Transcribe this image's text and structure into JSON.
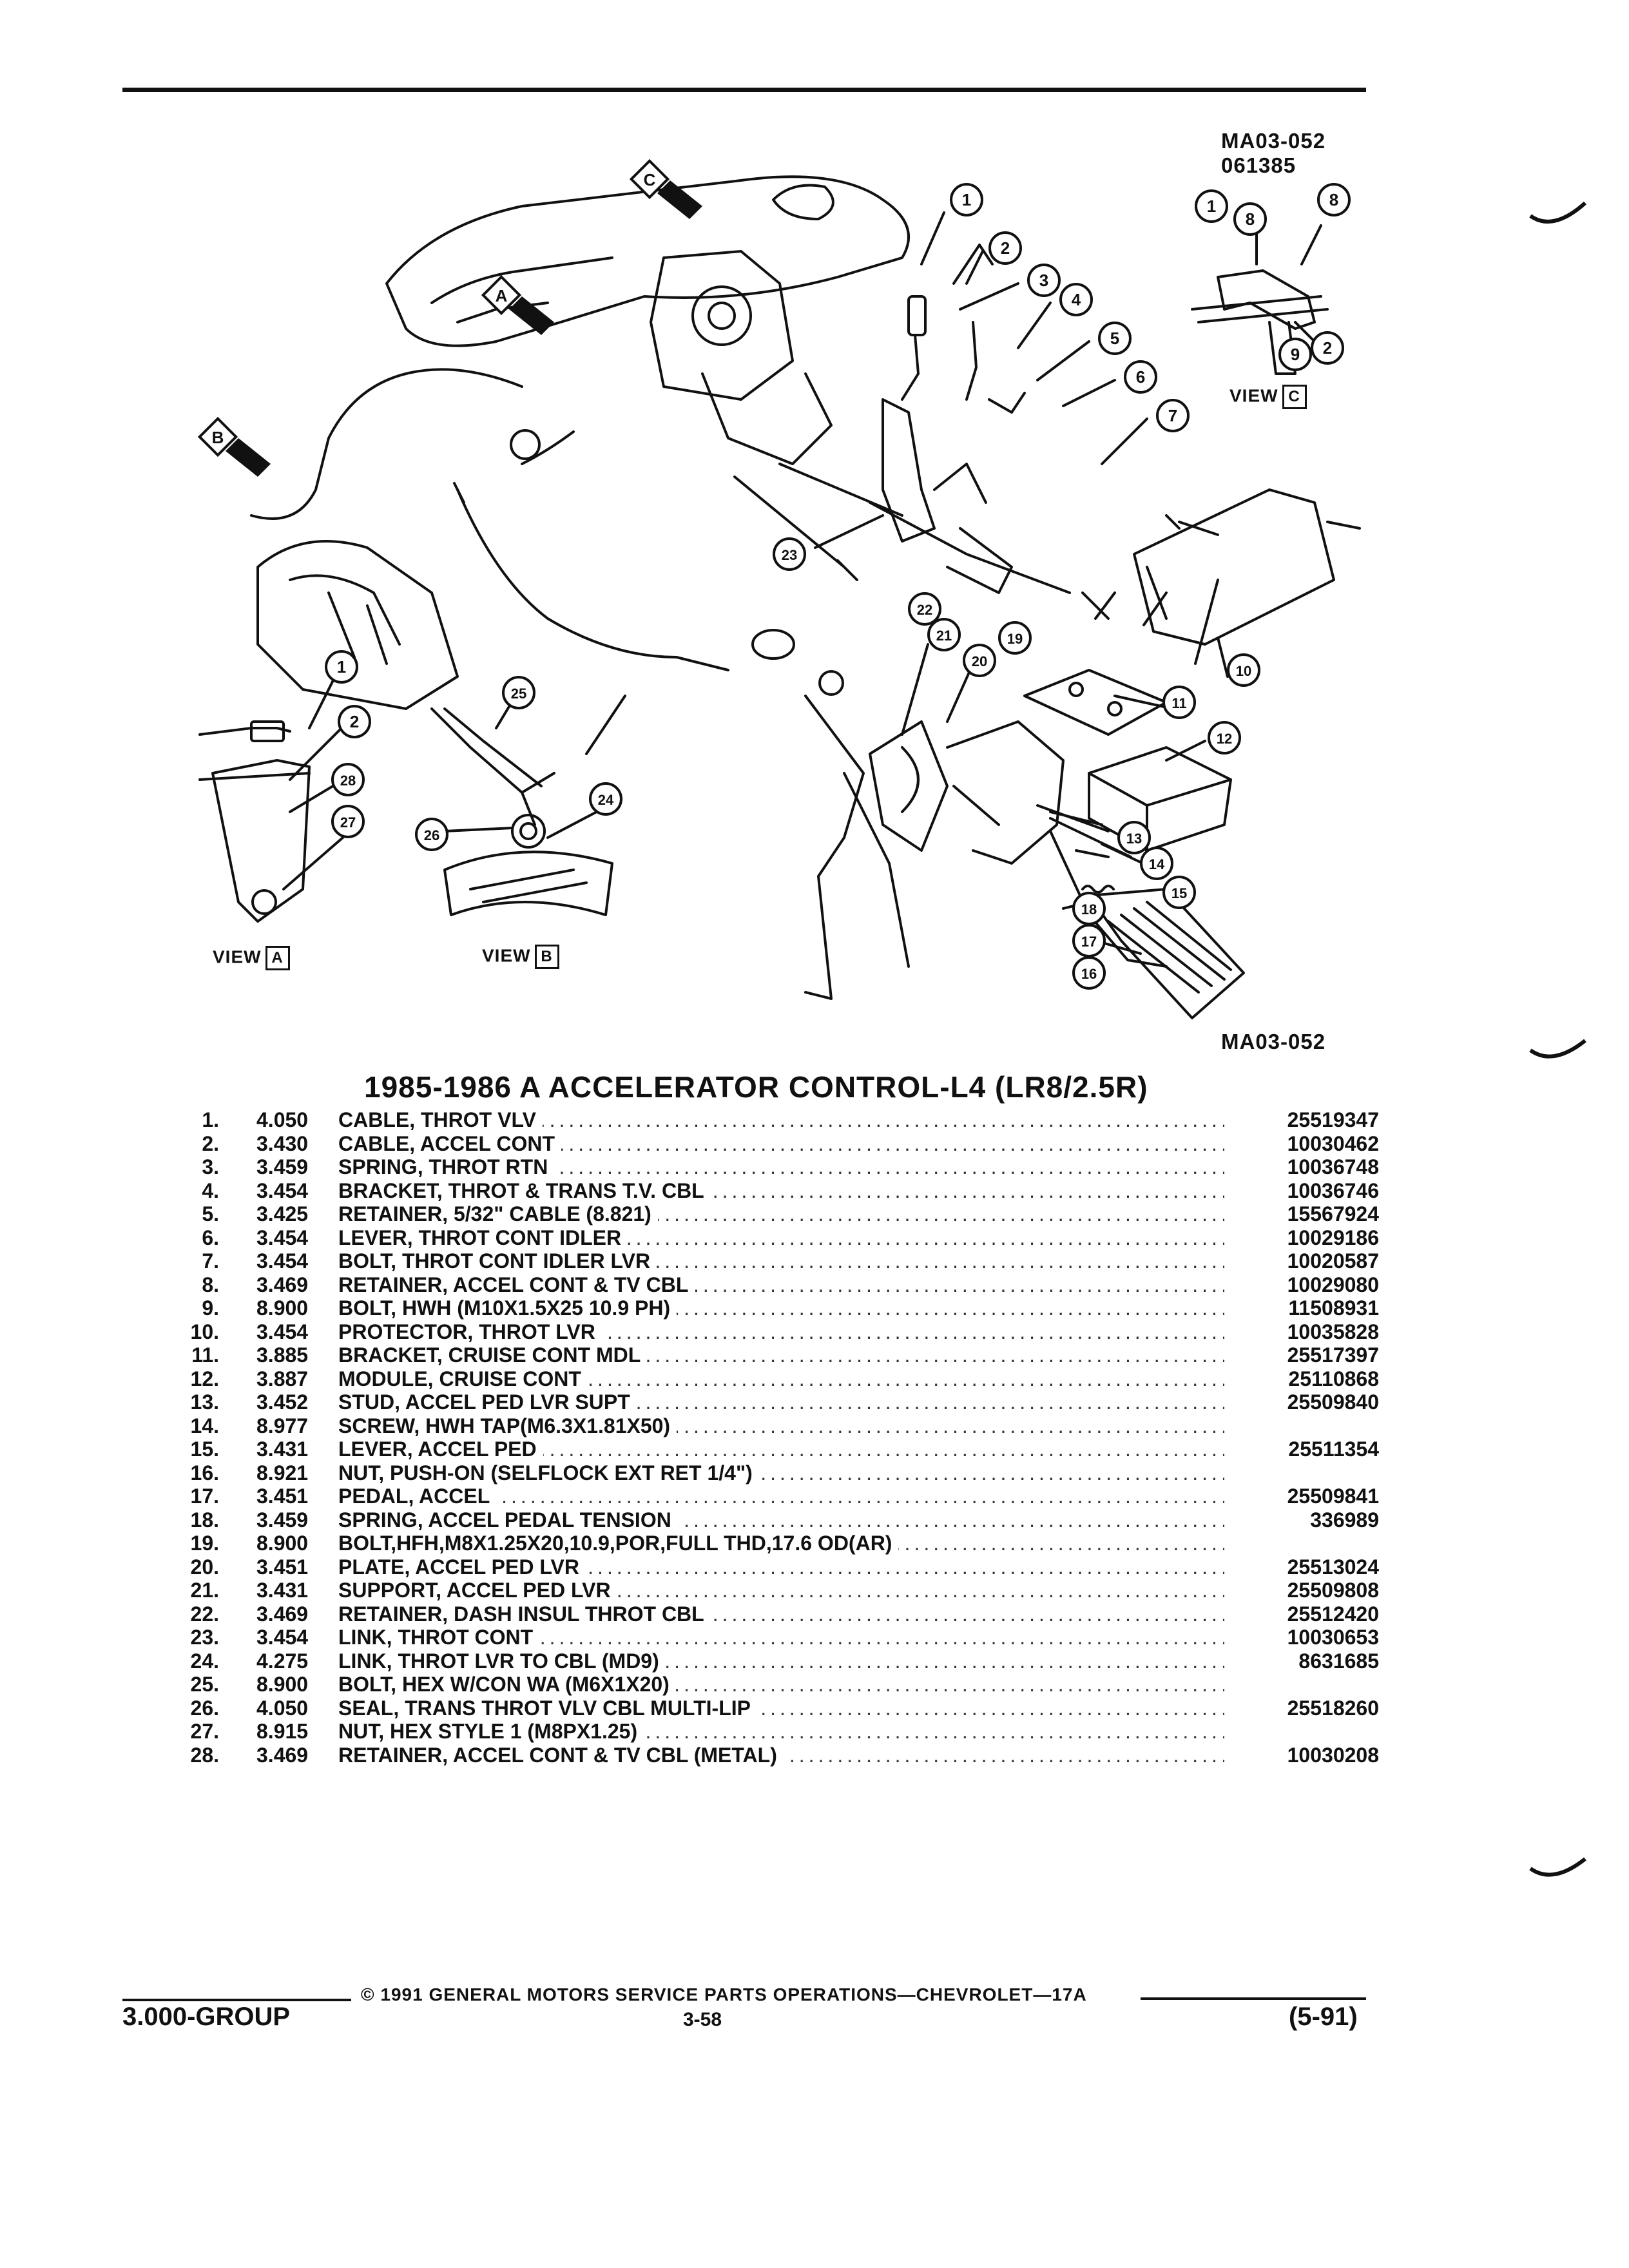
{
  "diagram": {
    "code_top": "MA03-052",
    "date_code": "061385",
    "code_bottom": "MA03-052",
    "view_word": "VIEW",
    "views": [
      "A",
      "B",
      "C"
    ],
    "arrow_letters": [
      "A",
      "B",
      "C"
    ],
    "callouts": [
      "1",
      "2",
      "3",
      "4",
      "5",
      "6",
      "7",
      "8",
      "9",
      "10",
      "11",
      "12",
      "13",
      "14",
      "15",
      "16",
      "17",
      "18",
      "19",
      "20",
      "21",
      "22",
      "23",
      "24",
      "25",
      "26",
      "27",
      "28"
    ]
  },
  "title": "1985-1986 A ACCELERATOR CONTROL-L4 (LR8/2.5R)",
  "parts": [
    {
      "num": "1.",
      "grp": "4.050",
      "name": "CABLE",
      "desc": ", THROT VLV",
      "pn": "25519347"
    },
    {
      "num": "2.",
      "grp": "3.430",
      "name": "CABLE",
      "desc": ", ACCEL CONT",
      "pn": "10030462"
    },
    {
      "num": "3.",
      "grp": "3.459",
      "name": "SPRING",
      "desc": ", THROT RTN",
      "pn": "10036748"
    },
    {
      "num": "4.",
      "grp": "3.454",
      "name": "BRACKET",
      "desc": ", THROT & TRANS T.V. CBL",
      "pn": "10036746"
    },
    {
      "num": "5.",
      "grp": "3.425",
      "name": "RETAINER",
      "desc": ", 5/32\" CABLE (8.821)",
      "pn": "15567924"
    },
    {
      "num": "6.",
      "grp": "3.454",
      "name": "LEVER",
      "desc": ", THROT CONT IDLER",
      "pn": "10029186"
    },
    {
      "num": "7.",
      "grp": "3.454",
      "name": "BOLT",
      "desc": ", THROT CONT IDLER LVR",
      "pn": "10020587"
    },
    {
      "num": "8.",
      "grp": "3.469",
      "name": "RETAINER",
      "desc": ", ACCEL CONT & TV CBL",
      "pn": "10029080"
    },
    {
      "num": "9.",
      "grp": "8.900",
      "name": "BOLT",
      "desc": ", HWH (M10X1.5X25 10.9 PH)",
      "pn": "11508931"
    },
    {
      "num": "10.",
      "grp": "3.454",
      "name": "PROTECTOR",
      "desc": ", THROT LVR",
      "pn": "10035828"
    },
    {
      "num": "11.",
      "grp": "3.885",
      "name": "BRACKET",
      "desc": ", CRUISE CONT MDL",
      "pn": "25517397"
    },
    {
      "num": "12.",
      "grp": "3.887",
      "name": "MODULE",
      "desc": ", CRUISE CONT",
      "pn": "25110868"
    },
    {
      "num": "13.",
      "grp": "3.452",
      "name": "STUD",
      "desc": ", ACCEL PED LVR SUPT",
      "pn": "25509840"
    },
    {
      "num": "14.",
      "grp": "8.977",
      "name": "SCREW",
      "desc": ", HWH TAP(M6.3X1.81X50)",
      "pn": ""
    },
    {
      "num": "15.",
      "grp": "3.431",
      "name": "LEVER",
      "desc": ", ACCEL PED",
      "pn": "25511354"
    },
    {
      "num": "16.",
      "grp": "8.921",
      "name": "NUT",
      "desc": ", PUSH-ON (SELFLOCK EXT RET 1/4\")",
      "pn": ""
    },
    {
      "num": "17.",
      "grp": "3.451",
      "name": "PEDAL",
      "desc": ", ACCEL",
      "pn": "25509841"
    },
    {
      "num": "18.",
      "grp": "3.459",
      "name": "SPRING",
      "desc": ", ACCEL PEDAL TENSION",
      "pn": "336989"
    },
    {
      "num": "19.",
      "grp": "8.900",
      "name": "BOLT",
      "desc": ",HFH,M8X1.25X20,10.9,POR,FULL THD,17.6 OD(AR)",
      "pn": ""
    },
    {
      "num": "20.",
      "grp": "3.451",
      "name": "PLATE",
      "desc": ", ACCEL PED LVR",
      "pn": "25513024"
    },
    {
      "num": "21.",
      "grp": "3.431",
      "name": "SUPPORT",
      "desc": ", ACCEL PED LVR",
      "pn": "25509808"
    },
    {
      "num": "22.",
      "grp": "3.469",
      "name": "RETAINER",
      "desc": ", DASH INSUL THROT CBL",
      "pn": "25512420"
    },
    {
      "num": "23.",
      "grp": "3.454",
      "name": "LINK",
      "desc": ", THROT CONT",
      "pn": "10030653"
    },
    {
      "num": "24.",
      "grp": "4.275",
      "name": "LINK",
      "desc": ", THROT LVR TO CBL (MD9)",
      "pn": "8631685"
    },
    {
      "num": "25.",
      "grp": "8.900",
      "name": "BOLT",
      "desc": ", HEX W/CON WA (M6X1X20)",
      "pn": ""
    },
    {
      "num": "26.",
      "grp": "4.050",
      "name": "SEAL",
      "desc": ", TRANS THROT VLV CBL MULTI-LIP",
      "pn": "25518260"
    },
    {
      "num": "27.",
      "grp": "8.915",
      "name": "NUT",
      "desc": ", HEX STYLE 1 (M8PX1.25)",
      "pn": ""
    },
    {
      "num": "28.",
      "grp": "3.469",
      "name": "RETAINER",
      "desc": ", ACCEL CONT & TV CBL (METAL)",
      "pn": "10030208"
    }
  ],
  "footer": {
    "copyright": "© 1991 GENERAL MOTORS SERVICE PARTS OPERATIONS—CHEVROLET—17A",
    "group": "3.000-GROUP",
    "page": "3-58",
    "date": "(5-91)"
  }
}
